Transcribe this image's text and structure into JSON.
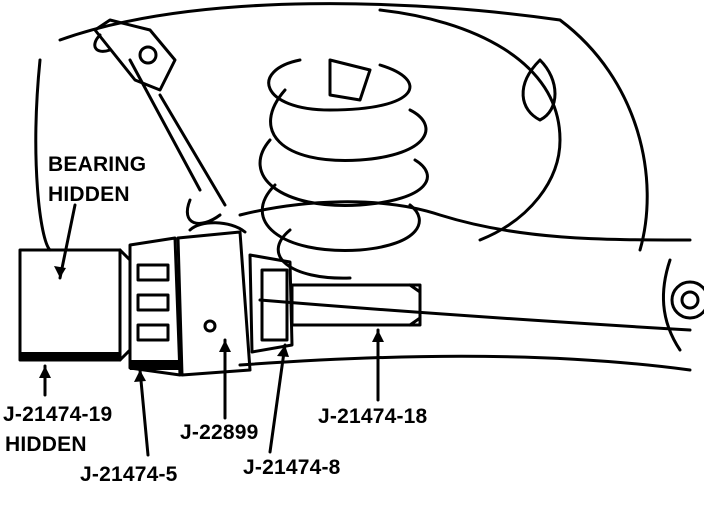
{
  "labels": {
    "bearing_hidden_line1": "BEARING",
    "bearing_hidden_line2": "HIDDEN",
    "j21474_19_line1": "J-21474-19",
    "j21474_19_line2": "HIDDEN",
    "j22899": "J-22899",
    "j21474_18": "J-21474-18",
    "j21474_5": "J-21474-5",
    "j21474_8": "J-21474-8"
  },
  "colors": {
    "ink": "#000000",
    "paper": "#ffffff"
  }
}
